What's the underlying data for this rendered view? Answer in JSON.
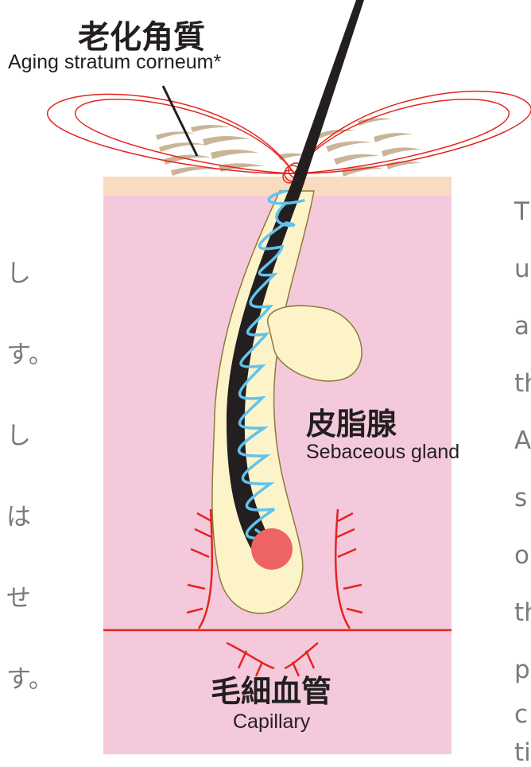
{
  "labels": {
    "stratum_jp": "老化角質",
    "stratum_en": "Aging stratum corneum*",
    "sebaceous_jp": "皮脂腺",
    "sebaceous_en": "Sebaceous gland",
    "capillary_jp": "毛細血管",
    "capillary_en": "Capillary"
  },
  "left_column_text": [
    "し",
    "す。",
    "し",
    "は",
    "せ",
    "す。"
  ],
  "right_column_text": [
    "T",
    "u",
    "a",
    "th",
    "A",
    "s",
    "o",
    "th",
    "p",
    "c",
    "ti"
  ],
  "colors": {
    "skin": "#f5c9dc",
    "epidermis": "#f9dcc0",
    "follicle": "#fcf4c8",
    "follicle_outline": "#8a7a3a",
    "hair": "#231f20",
    "spiral": "#5fc3ee",
    "papilla": "#ee6363",
    "capillary": "#e52420",
    "keratin": "#c9b596",
    "side_text": "#7a7a7a"
  }
}
